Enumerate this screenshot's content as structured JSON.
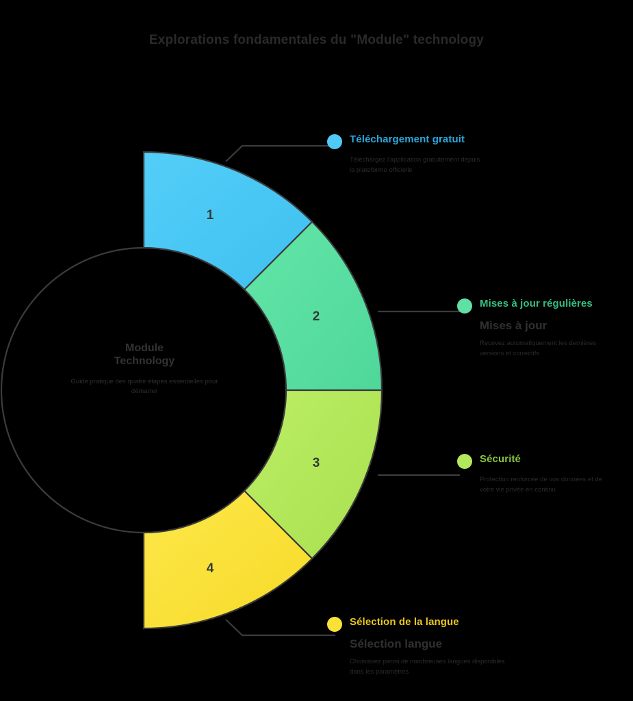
{
  "title": "Explorations fondamentales du \"Module\" technology",
  "center": {
    "title": "Module\nTechnology",
    "description": "Guide pratique des quatre étapes essentielles pour démarrer"
  },
  "colors": {
    "step1": "#4FC9F5",
    "step2": "#5FE0A4",
    "step3": "#B4E85C",
    "step4": "#FAE135",
    "stroke": "#3a3a3a",
    "background": "#000000"
  },
  "steps": [
    {
      "number": "1",
      "title": "Téléchargement gratuit",
      "subtitle": "",
      "body": "Téléchargez l'application gratuitement depuis la plateforme officielle",
      "color": "#4FC9F5"
    },
    {
      "number": "2",
      "title": "Mises à jour régulières",
      "subtitle": "Mises à jour",
      "body": "Recevez automatiquement les dernières versions et correctifs",
      "color": "#5FE0A4"
    },
    {
      "number": "3",
      "title": "Sécurité",
      "subtitle": "",
      "body": "Protection renforcée de vos données et de votre vie privée en continu",
      "color": "#B4E85C"
    },
    {
      "number": "4",
      "title": "Sélection de la langue",
      "subtitle": "Sélection langue",
      "body": "Choisissez parmi de nombreuses langues disponibles dans les paramètres",
      "color": "#FAE135"
    }
  ]
}
